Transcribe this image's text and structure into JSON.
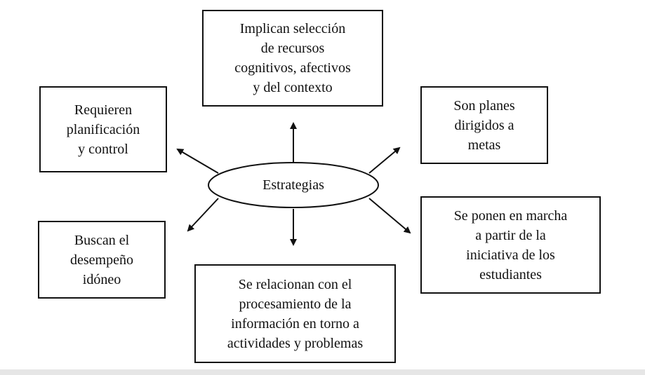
{
  "center": "Estrategias",
  "boxes": {
    "top": [
      "Implican selección",
      "de recursos",
      "cognitivos, afectivos",
      "y del contexto"
    ],
    "upper_left": [
      "Requieren",
      "planificación",
      "y control"
    ],
    "upper_right": [
      "Son planes",
      "dirigidos a",
      "metas"
    ],
    "lower_left": [
      "Buscan el",
      "desempeño",
      "idóneo"
    ],
    "lower_right": [
      "Se ponen en marcha",
      "a partir de la",
      "iniciativa de los",
      "estudiantes"
    ],
    "bottom": [
      "Se relacionan con el",
      "procesamiento de la",
      "información en torno a",
      "actividades y problemas"
    ]
  }
}
